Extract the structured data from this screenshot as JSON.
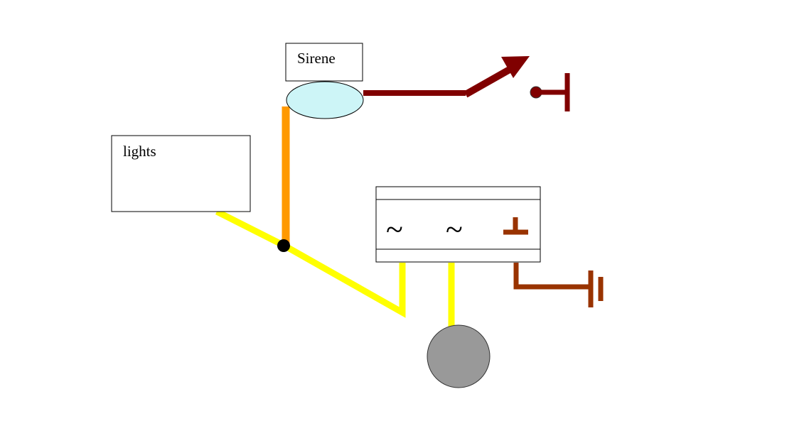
{
  "diagram": {
    "title": "Siren and lights wiring",
    "components": {
      "siren": {
        "label": "Sirene",
        "fill": "#cdf5f7"
      },
      "lights": {
        "label": "lights"
      },
      "relay": {
        "terminals": [
          "~",
          "~",
          "ground"
        ]
      },
      "speaker": {
        "fill": "#999999"
      },
      "switch": {
        "type": "push-button"
      }
    },
    "wires": {
      "siren_feed": {
        "color": "#ff9900"
      },
      "lights_feed": {
        "color": "#ffff00"
      },
      "switch_line": {
        "color": "#800000"
      },
      "ground_line": {
        "color": "#993300"
      }
    },
    "symbols": {
      "tilde_1": "~",
      "tilde_2": "~"
    }
  }
}
